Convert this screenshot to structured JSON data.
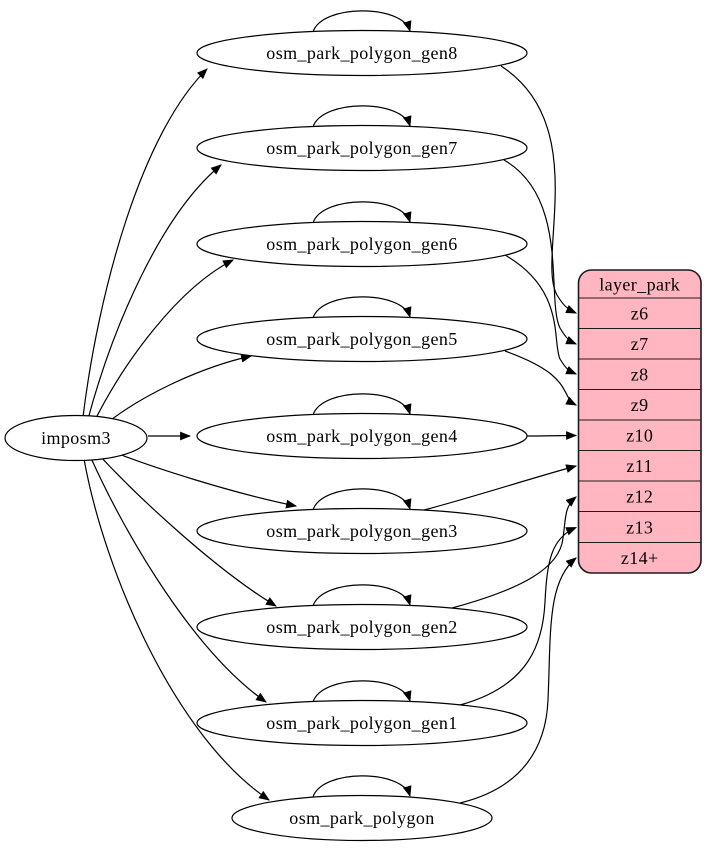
{
  "source_node": {
    "label": "imposm3"
  },
  "table_nodes": [
    {
      "label": "osm_park_polygon_gen8"
    },
    {
      "label": "osm_park_polygon_gen7"
    },
    {
      "label": "osm_park_polygon_gen6"
    },
    {
      "label": "osm_park_polygon_gen5"
    },
    {
      "label": "osm_park_polygon_gen4"
    },
    {
      "label": "osm_park_polygon_gen3"
    },
    {
      "label": "osm_park_polygon_gen2"
    },
    {
      "label": "osm_park_polygon_gen1"
    },
    {
      "label": "osm_park_polygon"
    }
  ],
  "layer_table": {
    "header": "layer_park",
    "rows": [
      "z6",
      "z7",
      "z8",
      "z9",
      "z10",
      "z11",
      "z12",
      "z13",
      "z14+"
    ],
    "fill": "#ffb6c1",
    "stroke": "#1c1c1c"
  },
  "edge_color": "#000000",
  "edges": {
    "from_source_to": [
      "osm_park_polygon_gen8",
      "osm_park_polygon_gen7",
      "osm_park_polygon_gen6",
      "osm_park_polygon_gen5",
      "osm_park_polygon_gen4",
      "osm_park_polygon_gen3",
      "osm_park_polygon_gen2",
      "osm_park_polygon_gen1",
      "osm_park_polygon"
    ],
    "self_loops_on": [
      "osm_park_polygon_gen8",
      "osm_park_polygon_gen7",
      "osm_park_polygon_gen6",
      "osm_park_polygon_gen5",
      "osm_park_polygon_gen4",
      "osm_park_polygon_gen3",
      "osm_park_polygon_gen2",
      "osm_park_polygon_gen1",
      "osm_park_polygon"
    ],
    "table_to_row": [
      {
        "from": "osm_park_polygon_gen8",
        "to": "z6"
      },
      {
        "from": "osm_park_polygon_gen7",
        "to": "z7"
      },
      {
        "from": "osm_park_polygon_gen6",
        "to": "z8"
      },
      {
        "from": "osm_park_polygon_gen5",
        "to": "z9"
      },
      {
        "from": "osm_park_polygon_gen4",
        "to": "z10"
      },
      {
        "from": "osm_park_polygon_gen3",
        "to": "z11"
      },
      {
        "from": "osm_park_polygon_gen2",
        "to": "z12"
      },
      {
        "from": "osm_park_polygon_gen1",
        "to": "z13"
      },
      {
        "from": "osm_park_polygon",
        "to": "z14+"
      }
    ]
  }
}
